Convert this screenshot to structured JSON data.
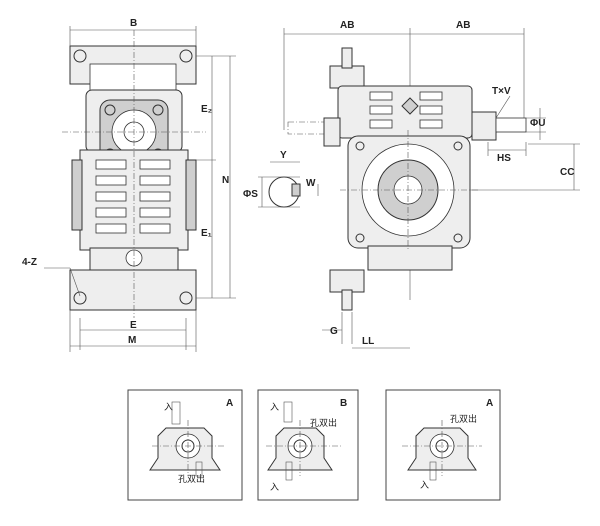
{
  "front_view": {
    "dim_b": "B",
    "dim_e2": "E₂",
    "dim_n": "N",
    "dim_e1": "E₁",
    "dim_e": "E",
    "dim_m": "M",
    "dim_4z": "4-Z"
  },
  "side_view": {
    "dim_ab_left": "AB",
    "dim_ab_right": "AB",
    "dim_txv": "T×V",
    "dim_u": "ΦU",
    "dim_hs": "HS",
    "dim_cc": "CC",
    "dim_y": "Y",
    "dim_w": "W",
    "dim_s": "ΦS",
    "dim_g": "G",
    "dim_ll": "LL"
  },
  "variants": [
    {
      "letter": "A",
      "input_label": "入",
      "output_label": "孔双出"
    },
    {
      "letter": "B",
      "input_label": "入",
      "output_label": "孔双出"
    },
    {
      "letter": "A",
      "input_label": "入",
      "output_label": "孔双出"
    }
  ]
}
